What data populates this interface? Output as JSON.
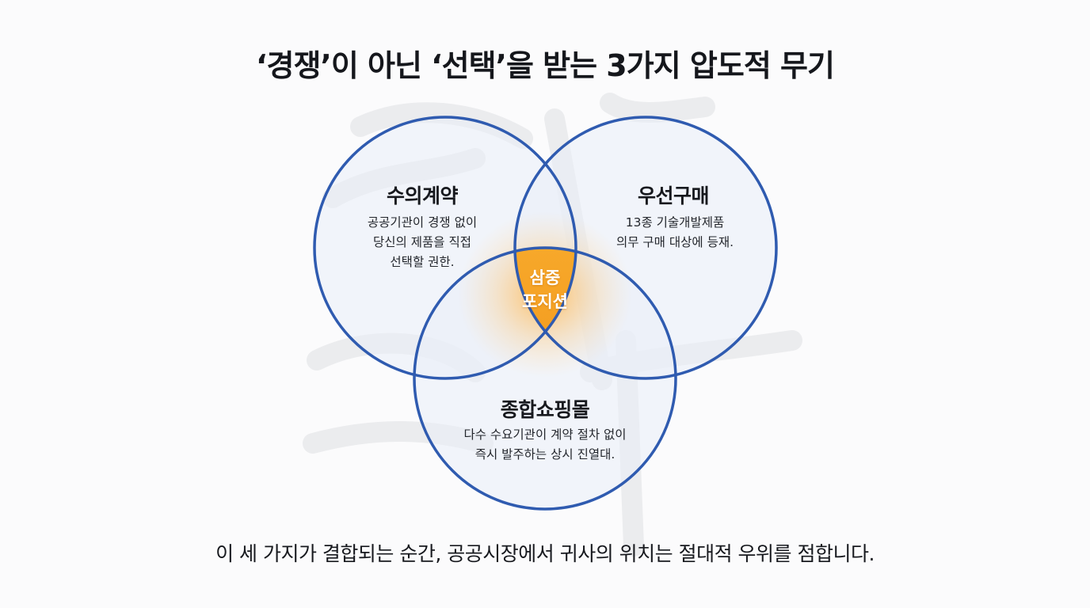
{
  "title": "‘경쟁’이 아닌 ‘선택’을 받는 3가지 압도적 무기",
  "circles": [
    {
      "title": "수의계약",
      "desc": [
        "공공기관이 경쟁 없이",
        "당신의 제품을 직접",
        "선택할 권한."
      ]
    },
    {
      "title": "우선구매",
      "desc": [
        "13종 기술개발제품",
        "의무 구매 대상에 등재."
      ]
    },
    {
      "title": "종합쇼핑몰",
      "desc": [
        "다수 수요기관이 계약 절차 없이",
        "즉시 발주하는 상시 진열대."
      ]
    }
  ],
  "center": [
    "삼중",
    "포지션"
  ],
  "footer": "이 세 가지가 결합되는 순간, 공공시장에서 귀사의 위치는 절대적 우위를 점합니다.",
  "colors": {
    "circle_stroke": "#2f5bb0",
    "circle_fill": "#e9eef7",
    "center_fill": "#f29a1c",
    "center_glow": "#ffb347"
  }
}
